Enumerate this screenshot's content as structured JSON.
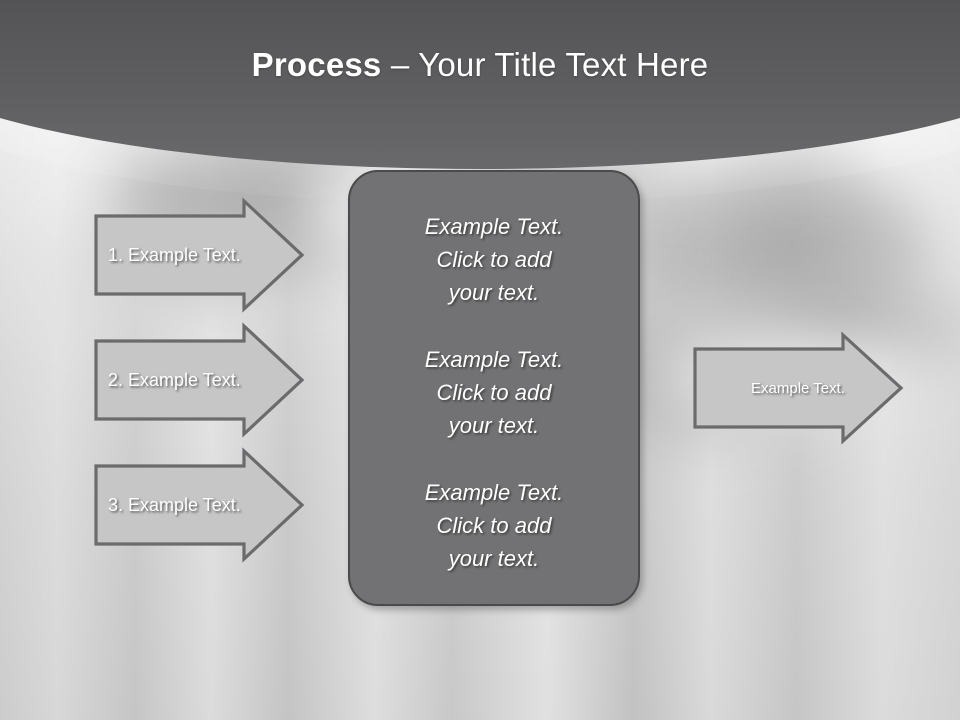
{
  "slide": {
    "title_bold": "Process",
    "title_rest": " – Your Title Text Here",
    "background": "blurred-grayscale-photo",
    "colors": {
      "header_band": "#5e5e60",
      "center_box_fill": "#727274",
      "center_box_border": "#4a4a4c",
      "arrow_fill": "#c6c6c6",
      "arrow_border": "#6b6b6d",
      "text": "#ffffff",
      "background": "#d2d2d2"
    }
  },
  "input_arrows": [
    {
      "label": "1. Example Text."
    },
    {
      "label": "2. Example Text."
    },
    {
      "label": "3. Example Text."
    }
  ],
  "center_box": {
    "paragraphs": [
      "Example Text.\nClick  to add\nyour text.",
      "Example Text.\nClick  to add\nyour text.",
      "Example Text.\nClick  to add\nyour text."
    ]
  },
  "output_arrow": {
    "label": "Example Text."
  }
}
